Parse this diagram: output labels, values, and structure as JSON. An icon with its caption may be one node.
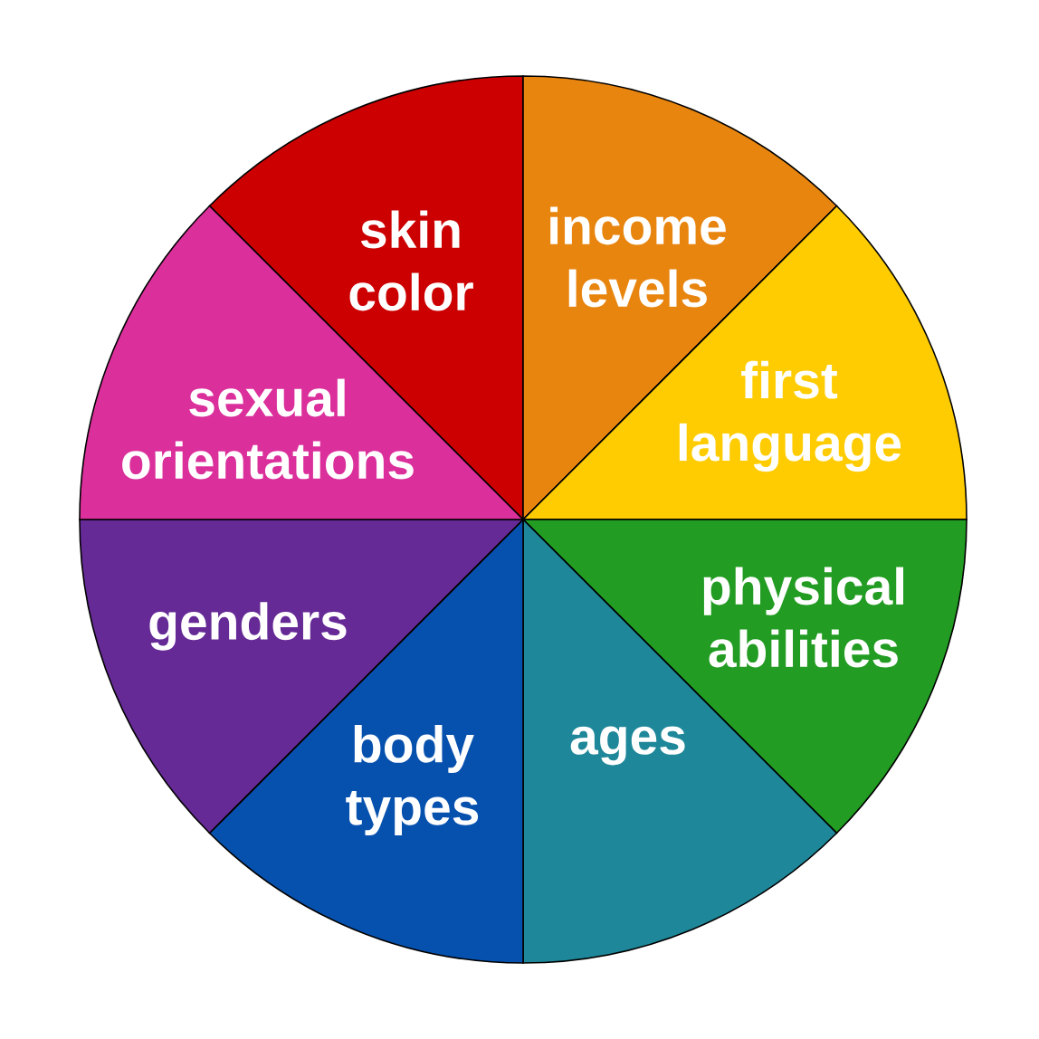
{
  "diagram": {
    "nodes": [
      {
        "text": [
          "skin color"
        ]
      },
      {
        "text": [
          "income levels"
        ]
      },
      {
        "text": [
          "first language"
        ]
      },
      {
        "text": [
          "physical abilities"
        ]
      },
      {
        "text": [
          "ages"
        ]
      },
      {
        "text": [
          "body types"
        ]
      },
      {
        "text": [
          "genders"
        ]
      },
      {
        "text": [
          "sexual orientations"
        ]
      }
    ]
  }
}
